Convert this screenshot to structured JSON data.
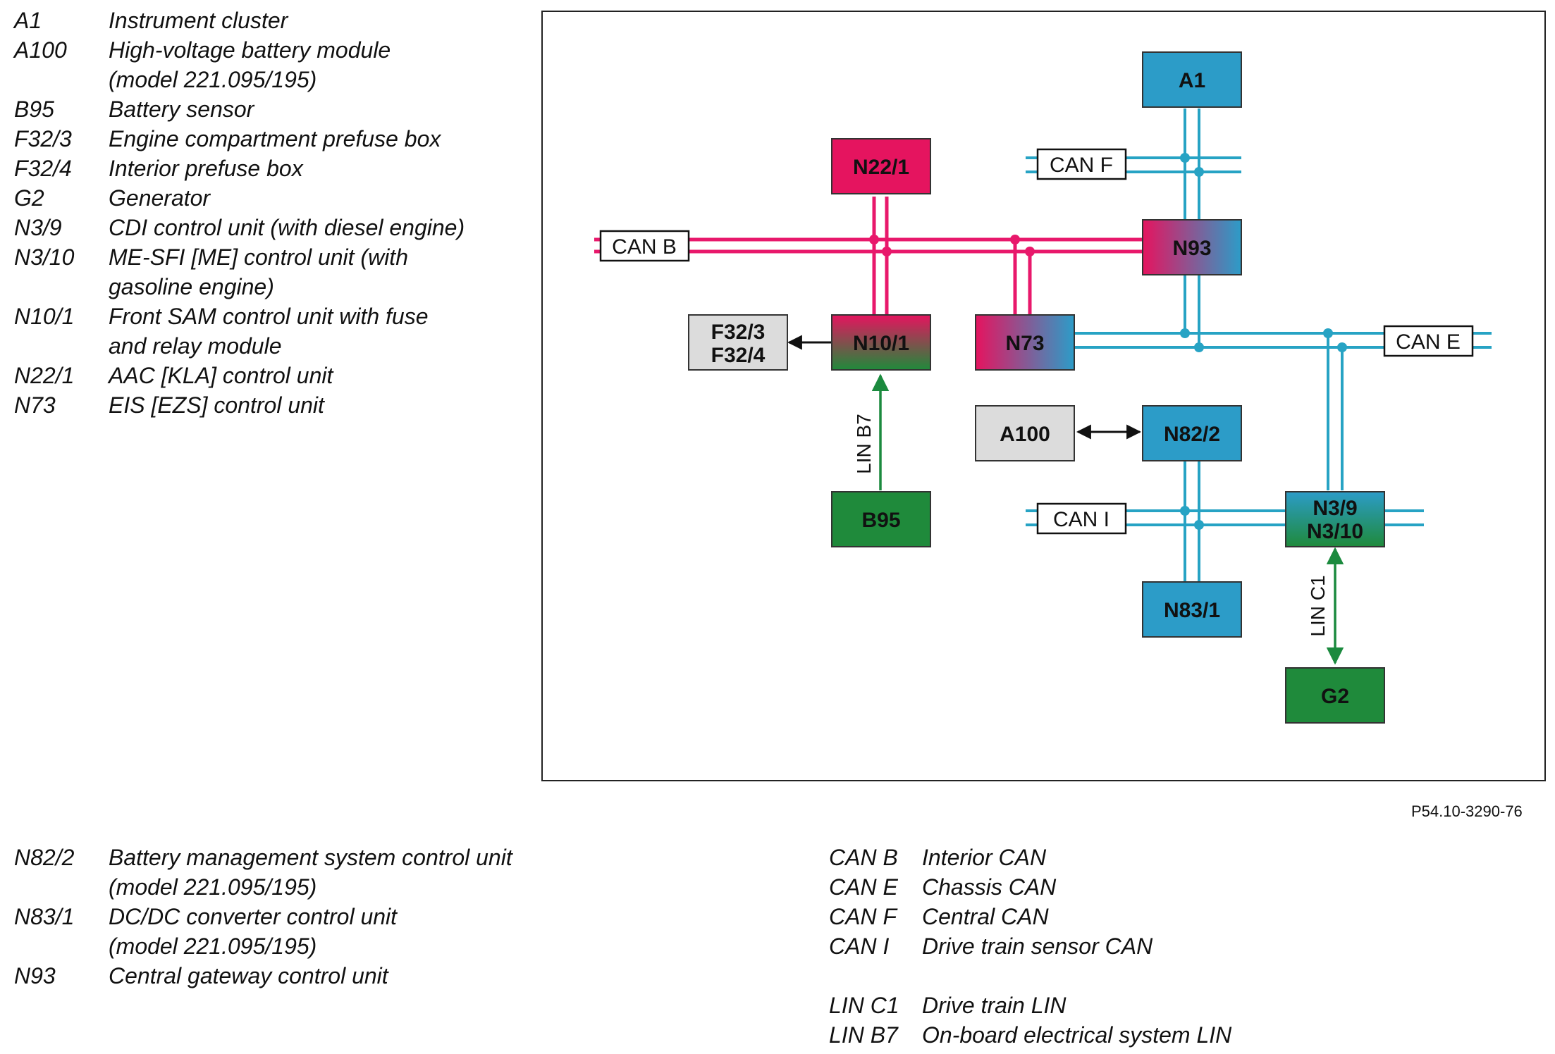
{
  "legend_top": [
    {
      "code": "A1",
      "desc": "Instrument cluster"
    },
    {
      "code": "A100",
      "desc": "High-voltage battery module\n(model 221.095/195)"
    },
    {
      "code": "B95",
      "desc": "Battery sensor"
    },
    {
      "code": "F32/3",
      "desc": "Engine compartment prefuse box"
    },
    {
      "code": "F32/4",
      "desc": "Interior prefuse box"
    },
    {
      "code": "G2",
      "desc": "Generator"
    },
    {
      "code": "N3/9",
      "desc": "CDI control unit (with diesel engine)"
    },
    {
      "code": "N3/10",
      "desc": "ME-SFI [ME] control unit (with\ngasoline engine)"
    },
    {
      "code": "N10/1",
      "desc": "Front SAM control unit with fuse\nand relay module"
    },
    {
      "code": "N22/1",
      "desc": "AAC [KLA] control unit"
    },
    {
      "code": "N73",
      "desc": "EIS [EZS] control unit"
    }
  ],
  "legend_bottom_left": [
    {
      "code": "N82/2",
      "desc": "Battery management system control unit\n(model 221.095/195)"
    },
    {
      "code": "N83/1",
      "desc": "DC/DC converter control unit\n(model 221.095/195)"
    },
    {
      "code": "N93",
      "desc": "Central gateway control unit"
    }
  ],
  "legend_bottom_right_can": [
    {
      "code": "CAN B",
      "desc": "Interior CAN"
    },
    {
      "code": "CAN E",
      "desc": "Chassis CAN"
    },
    {
      "code": "CAN F",
      "desc": "Central CAN"
    },
    {
      "code": "CAN I",
      "desc": "Drive train sensor CAN"
    }
  ],
  "legend_bottom_right_lin": [
    {
      "code": "LIN C1",
      "desc": "Drive train LIN"
    },
    {
      "code": "LIN B7",
      "desc": "On-board electrical system LIN"
    }
  ],
  "figure_id": "P54.10-3290-76",
  "colors": {
    "can_b_pink": "#e8186b",
    "can_blue": "#27a3c4",
    "lin_green": "#1b8a3e",
    "node_blue": "#2c9cc8",
    "node_pink": "#e5145f",
    "node_green": "#1f8a3b",
    "node_gray": "#dcdcdc",
    "frame": "#222222"
  },
  "diagram": {
    "nodes": {
      "A1": "A1",
      "N22_1": "N22/1",
      "N93": "N93",
      "F32": [
        "F32/3",
        "F32/4"
      ],
      "N10_1": "N10/1",
      "N73": "N73",
      "A100": "A100",
      "N82_2": "N82/2",
      "B95": "B95",
      "N3": [
        "N3/9",
        "N3/10"
      ],
      "N83_1": "N83/1",
      "G2": "G2"
    },
    "bus_labels": {
      "can_b": "CAN B",
      "can_f": "CAN F",
      "can_e": "CAN E",
      "can_i": "CAN I"
    },
    "lin_labels": {
      "lin_b7": "LIN B7",
      "lin_c1": "LIN C1"
    }
  }
}
